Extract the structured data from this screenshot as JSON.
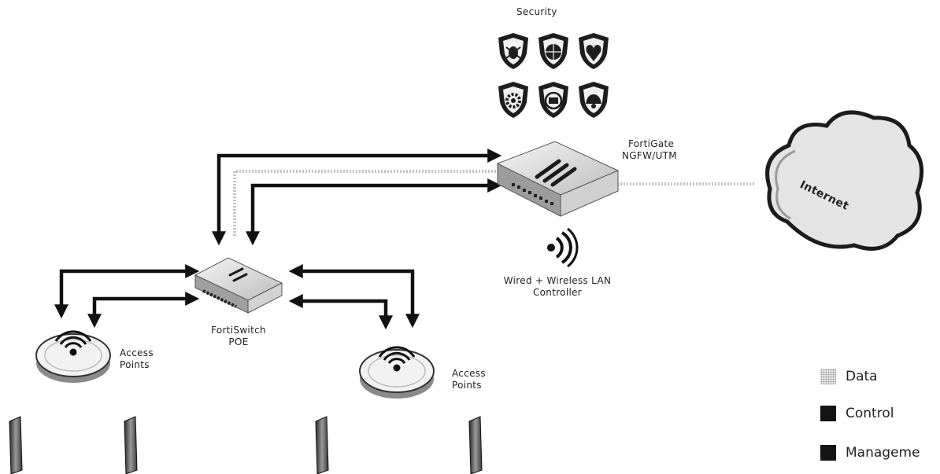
{
  "labels": {
    "security": "Security",
    "fortigate_line1": "FortiGate",
    "fortigate_line2": "NGFW/UTM",
    "controller_line1": "Wired + Wireless LAN",
    "controller_line2": "Controller",
    "switch_line1": "FortiSwitch",
    "switch_line2": "POE",
    "ap_left_line1": "Access",
    "ap_left_line2": "Points",
    "ap_right_line1": "Access",
    "ap_right_line2": "Points",
    "internet": "Internet"
  },
  "legend": [
    {
      "label": "Data",
      "color": "#cfcfcf",
      "pattern": "dotted"
    },
    {
      "label": "Control",
      "color": "#141414",
      "pattern": "solid"
    },
    {
      "label": "Manageme",
      "color": "#141414",
      "pattern": "solid"
    }
  ],
  "icons": {
    "security_shields": [
      "shield-bug-icon",
      "shield-globe-icon",
      "shield-virus-icon",
      "shield-gear-icon",
      "shield-app-icon",
      "shield-spam-icon"
    ],
    "wireless": "wireless-signal-icon"
  }
}
